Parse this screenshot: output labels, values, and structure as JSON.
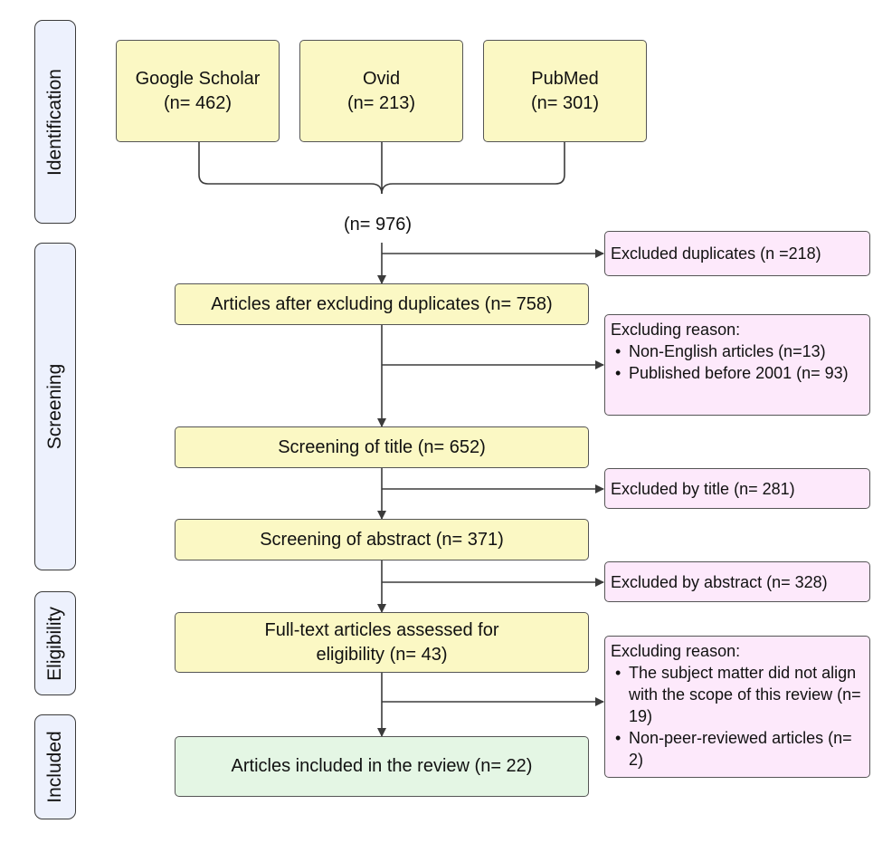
{
  "stages": {
    "identification": "Identification",
    "screening": "Screening",
    "eligibility": "Eligibility",
    "included": "Included"
  },
  "sources": [
    {
      "name": "Google Scholar",
      "count": "(n= 462)"
    },
    {
      "name": "Ovid",
      "count": "(n= 213)"
    },
    {
      "name": "PubMed",
      "count": "(n= 301)"
    }
  ],
  "combined_total": "(n= 976)",
  "steps": {
    "after_duplicates": "Articles after excluding duplicates (n= 758)",
    "title_screening": "Screening of title (n= 652)",
    "abstract_screening": "Screening of abstract (n= 371)",
    "full_text_line1": "Full-text articles assessed for",
    "full_text_line2": "eligibility (n= 43)",
    "included": "Articles included in the review (n= 22)"
  },
  "exclusions": {
    "duplicates": "Excluded duplicates (n =218)",
    "language_header": "Excluding reason:",
    "language_reasons": [
      "Non-English articles (n=13)",
      "Published before 2001 (n= 93)"
    ],
    "by_title": "Excluded by title (n= 281)",
    "by_abstract": "Excluded by abstract (n= 328)",
    "eligibility_header": "Excluding reason:",
    "eligibility_reasons": [
      "The subject matter did not align with the scope of this review (n= 19)",
      "Non-peer-reviewed articles (n= 2)"
    ]
  },
  "colors": {
    "stage_fill": "#edf1fd",
    "step_fill": "#fbf8c4",
    "included_fill": "#e4f6e4",
    "exclusion_fill": "#fde9fb",
    "line": "#3b3b3b"
  }
}
